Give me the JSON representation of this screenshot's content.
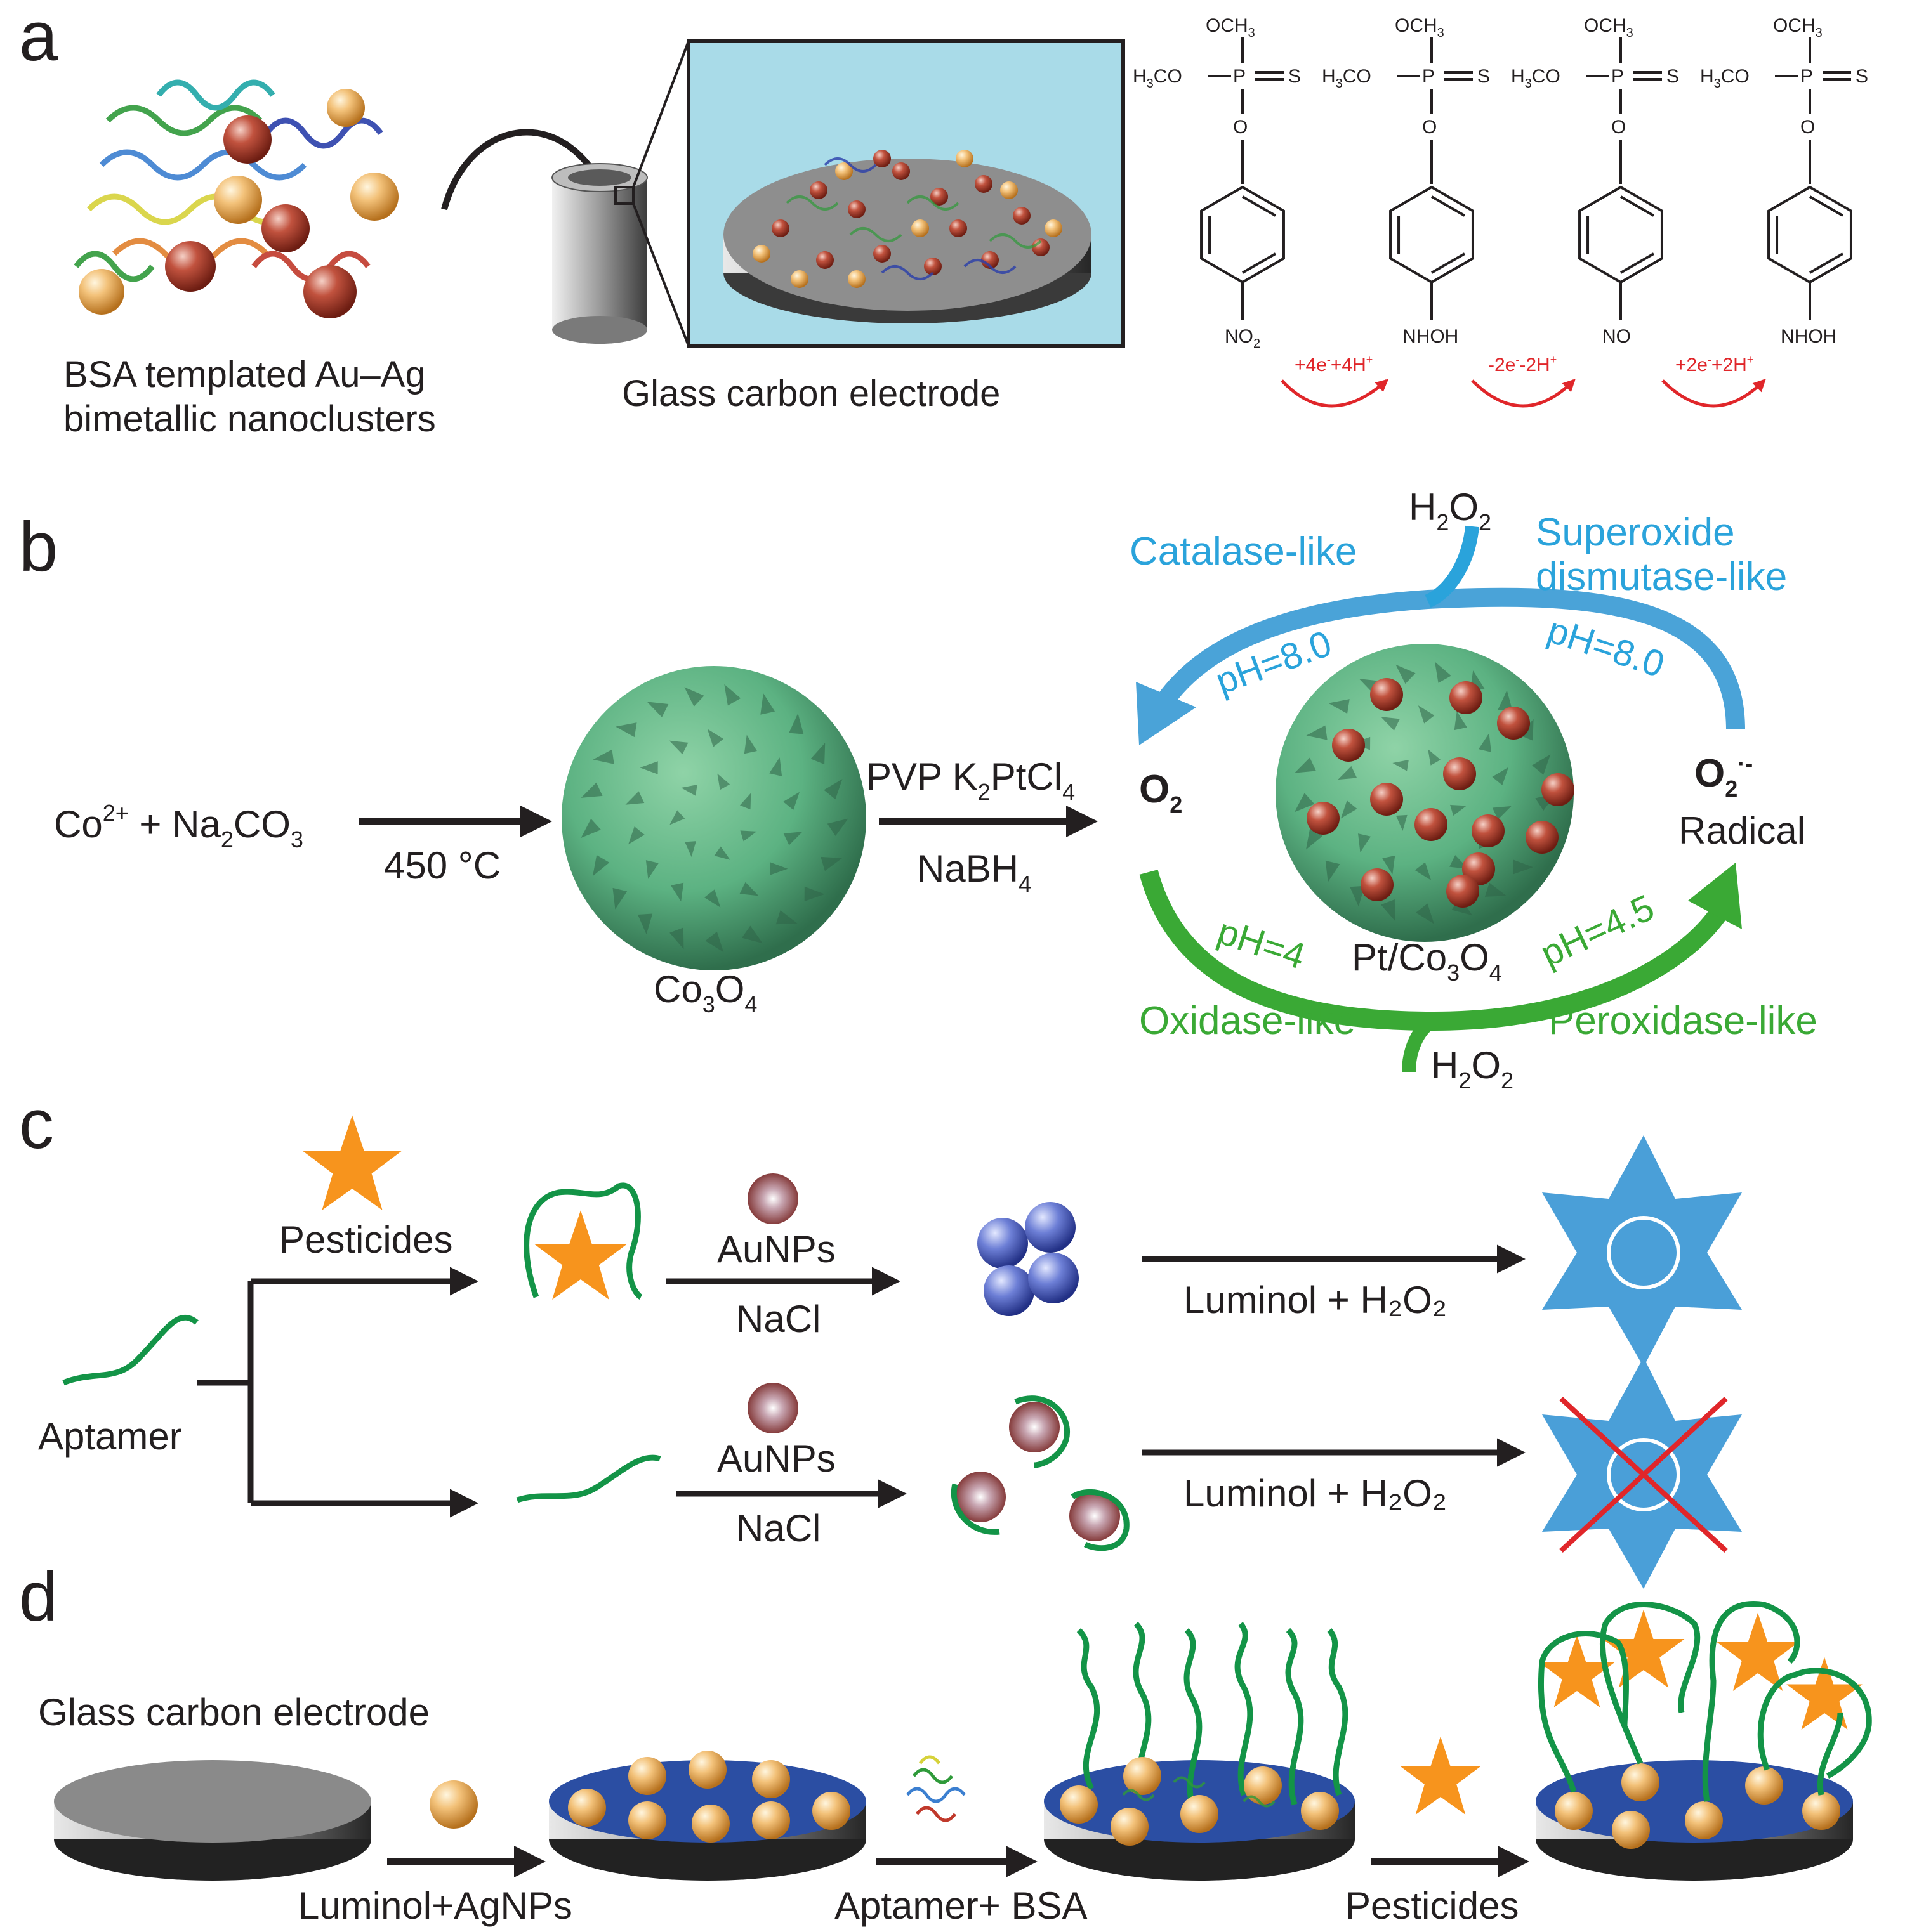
{
  "panels": {
    "a": {
      "letter": "a",
      "bsa_label_line1": "BSA templated Au–Ag",
      "bsa_label_line2": "bimetallic nanoclusters",
      "electrode_label": "Glass carbon electrode",
      "molecules": [
        {
          "top": "OCH",
          "top_sub": "3",
          "left": "H",
          "left_sub": "3",
          "left_tail": "CO",
          "p": "P",
          "s": "S",
          "o": "O",
          "bottom": "NO",
          "bottom_sub": "2"
        },
        {
          "top": "OCH",
          "top_sub": "3",
          "left": "H",
          "left_sub": "3",
          "left_tail": "CO",
          "p": "P",
          "s": "S",
          "o": "O",
          "bottom": "NHOH",
          "bottom_sub": ""
        },
        {
          "top": "OCH",
          "top_sub": "3",
          "left": "H",
          "left_sub": "3",
          "left_tail": "CO",
          "p": "P",
          "s": "S",
          "o": "O",
          "bottom": "NO",
          "bottom_sub": ""
        },
        {
          "top": "OCH",
          "top_sub": "3",
          "left": "H",
          "left_sub": "3",
          "left_tail": "CO",
          "p": "P",
          "s": "S",
          "o": "O",
          "bottom": "NHOH",
          "bottom_sub": ""
        }
      ],
      "reactions": [
        {
          "a": "+4e",
          "a_sup": "-",
          "b": "+4H",
          "b_sup": "+"
        },
        {
          "a": "-2e",
          "a_sup": "-",
          "b": "-2H",
          "b_sup": "+"
        },
        {
          "a": "+2e",
          "a_sup": "-",
          "b": "+2H",
          "b_sup": "+"
        }
      ]
    },
    "b": {
      "letter": "b",
      "reactant_co": "Co",
      "reactant_co_sup": "2+",
      "reactant_plus": " + Na",
      "reactant_sub": "2",
      "reactant_tail": "CO",
      "reactant_tail_sub": "3",
      "temp": "450 °C",
      "co3o4": {
        "a": "Co",
        "s1": "3",
        "b": "O",
        "s2": "4"
      },
      "reagent_top": {
        "a": "PVP K",
        "s1": "2",
        "b": "PtCl",
        "s2": "4"
      },
      "reagent_bottom": {
        "a": "NaBH",
        "s1": "4"
      },
      "o2": {
        "a": "O",
        "s": "2"
      },
      "superoxide": {
        "a": "O",
        "s": "2",
        "sup": "·-"
      },
      "radical": "Radical",
      "h2o2_top": {
        "a": "H",
        "s1": "2",
        "b": "O",
        "s2": "2"
      },
      "h2o2_bottom": {
        "a": "H",
        "s1": "2",
        "b": "O",
        "s2": "2"
      },
      "catalase": "Catalase-like",
      "sod_line1": "Superoxide",
      "sod_line2": "dismutase-like",
      "ph_top_left": "pH=8.0",
      "ph_top_right": "pH=8.0",
      "ph_bottom_left": "pH=4",
      "ph_bottom_right": "pH=4.5",
      "pt_co3o4": {
        "a": "Pt/Co",
        "s1": "3",
        "b": "O",
        "s2": "4"
      },
      "oxidase": "Oxidase-like",
      "peroxidase": "Peroxidase-like"
    },
    "c": {
      "letter": "c",
      "pesticides": "Pesticides",
      "aptamer": "Aptamer",
      "aunps_top": "AuNPs",
      "nacl_top": "NaCl",
      "aunps_bottom": "AuNPs",
      "nacl_bottom": "NaCl",
      "luminol_top": "Luminol + H₂O₂",
      "luminol_bottom": "Luminol + H₂O₂"
    },
    "d": {
      "letter": "d",
      "electrode_label": "Glass carbon electrode",
      "step1": "Luminol+AgNPs",
      "step2": "Aptamer+ BSA",
      "step3": "Pesticides"
    }
  },
  "colors": {
    "arrow_red": "#e0262a",
    "enzyme_blue": "#2aa3db",
    "enzyme_green": "#3aa935",
    "aptamer_green": "#139447",
    "star_orange": "#f7941d",
    "star_blue": "#4a9fd8",
    "electrode_blue": "#2b4ea3",
    "np_gold": "#e8a84a",
    "np_red": "#a83a2a"
  },
  "icons": [
    "gold-nanoparticle-icon",
    "star-icon",
    "sphere-icon",
    "aptamer-icon",
    "electrode-icon"
  ]
}
